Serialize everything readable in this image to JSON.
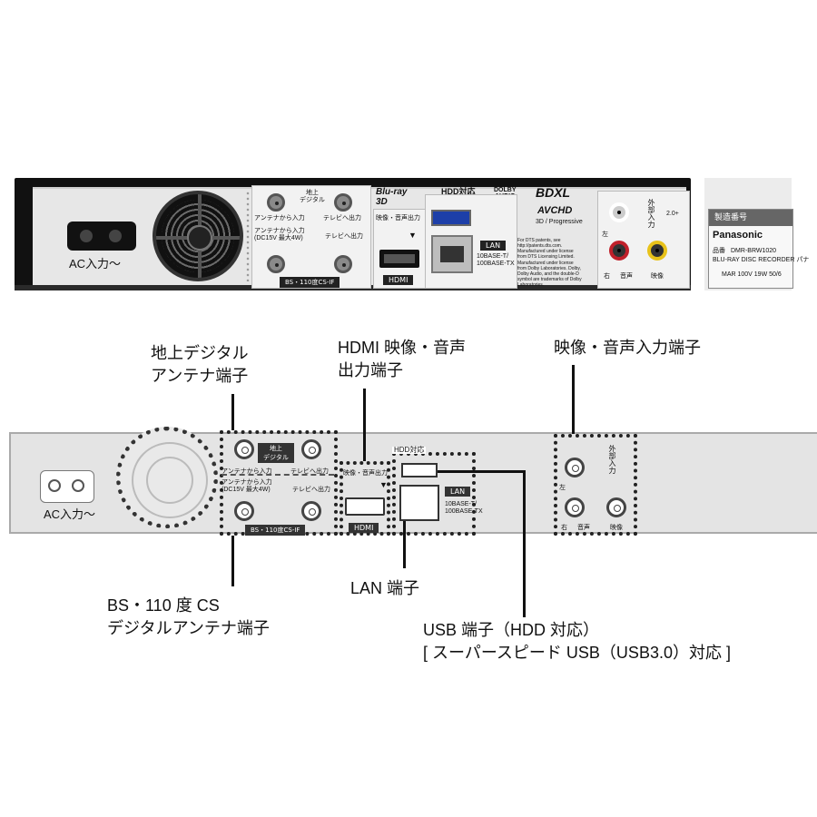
{
  "photo": {
    "ac_label": "AC入力〜",
    "terrestrial_title": "地上\nデジタル",
    "antenna_in": "アンテナから入力",
    "to_tv": "テレビへ出力",
    "antenna_in_dc": "アンテナから入力\n(DC15V 最大4W)",
    "to_tv_2": "テレビへ出力",
    "bs_label": "BS・110度CS-IF",
    "bluray_logo": "Blu-ray\n3D",
    "hdd_label": "HDD対応",
    "dolby": "DOLBY\nAUDIO",
    "bdxl": "BDXL",
    "avchd": "AVCHD",
    "avchd_sub": "3D / Progressive",
    "av_out": "映像・音声出力",
    "hdmi": "HDMI",
    "lan": "LAN",
    "lan_spec": "10BASE-T/\n100BASE-TX",
    "dts_note": "For DTS patents, see\nhttp://patents.dts.com.\nManufactured under license\nfrom DTS Licensing Limited.",
    "dolby_note": "Manufactured under license\nfrom Dolby Laboratories. Dolby,\nDolby Audio, and the double-D\nsymbol are trademarks of Dolby\nLaboratories.",
    "ext_input": "外部入力",
    "left": "左",
    "right": "右",
    "audio": "音声",
    "video": "映像",
    "usb_ver": "2.0+",
    "serial": "製造番号",
    "brand": "Panasonic",
    "model_label": "品番",
    "model": "DMR-BRW1020",
    "product": "BLU-RAY DISC RECORDER パナ",
    "spec": "MAR 100V 19W 50/6"
  },
  "diagram": {
    "ac_label": "AC入力〜",
    "terrestrial_title": "地上\nデジタル",
    "antenna_in": "アンテナから入力",
    "to_tv": "テレビへ出力",
    "antenna_in_dc": "アンテナから入力\n(DC15V 最大4W)",
    "to_tv_2": "テレビへ出力",
    "bs_label": "BS・110度CS-IF",
    "av_out": "映像・音声出力",
    "hdmi": "HDMI",
    "hdd_label": "HDD対応",
    "lan": "LAN",
    "lan_spec": "10BASE-T/\n100BASE-TX",
    "ext_input": "外部入力",
    "left": "左",
    "right": "右",
    "audio": "音声",
    "video": "映像"
  },
  "callouts": {
    "terrestrial": "地上デジタル\nアンテナ端子",
    "hdmi": "HDMI 映像・音声\n出力端子",
    "av_in": "映像・音声入力端子",
    "bs_cs": "BS・110 度 CS\nデジタルアンテナ端子",
    "lan": "LAN 端子",
    "usb": "USB 端子（HDD 対応）\n[ スーパースピード USB（USB3.0）対応 ]"
  },
  "colors": {
    "usb_blue": "#1d3fa8",
    "rca_white": "#ffffff",
    "rca_red": "#c0202a",
    "rca_yellow": "#e8c21a"
  }
}
